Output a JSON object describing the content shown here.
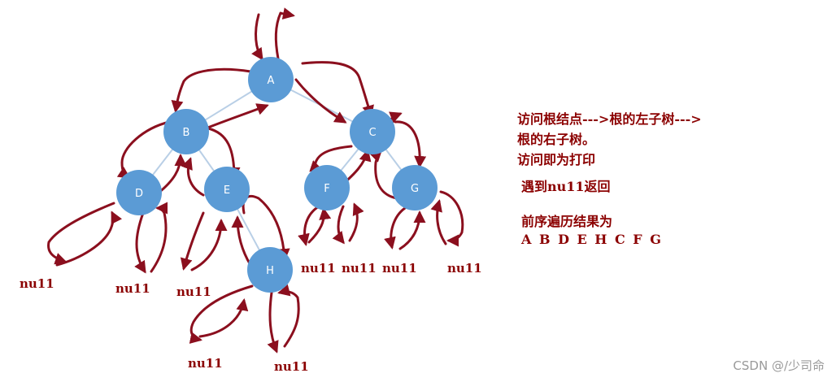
{
  "tree": {
    "nodes": [
      {
        "id": "A",
        "label": "A"
      },
      {
        "id": "B",
        "label": "B"
      },
      {
        "id": "C",
        "label": "C"
      },
      {
        "id": "D",
        "label": "D"
      },
      {
        "id": "E",
        "label": "E"
      },
      {
        "id": "F",
        "label": "F"
      },
      {
        "id": "G",
        "label": "G"
      },
      {
        "id": "H",
        "label": "H"
      }
    ],
    "edges": [
      [
        "A",
        "B"
      ],
      [
        "A",
        "C"
      ],
      [
        "B",
        "D"
      ],
      [
        "B",
        "E"
      ],
      [
        "E",
        "H"
      ],
      [
        "C",
        "F"
      ],
      [
        "C",
        "G"
      ]
    ],
    "null_label": "nu11",
    "node_color": "#5b9bd5",
    "edge_color": "#b9cfe6",
    "arrow_color": "#8b0f1e"
  },
  "notes": {
    "line1": "访问根结点--->根的左子树--->",
    "line2": "根的右子树。",
    "line3": "访问即为打印",
    "line4": "遇到nu11返回",
    "line5": "前序遍历结果为",
    "result": "A B D E H C F G"
  },
  "watermark": "CSDN @/少司命"
}
